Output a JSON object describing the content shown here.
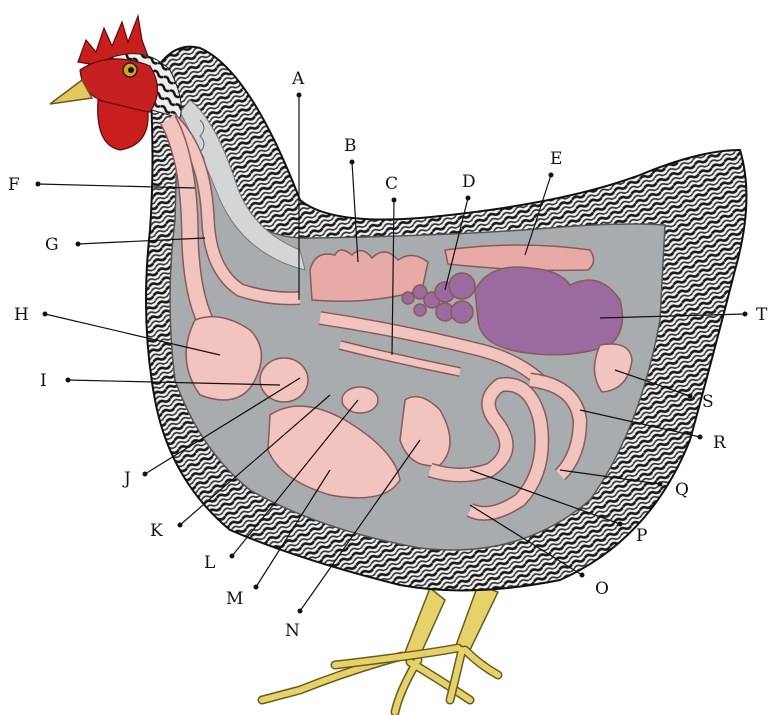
{
  "labels": {
    "A": "A",
    "B": "B",
    "C": "C",
    "D": "D",
    "E": "E",
    "F": "F",
    "G": "G",
    "H": "H",
    "I": "I",
    "J": "J",
    "K": "K",
    "L": "L",
    "M": "M",
    "N": "N",
    "O": "O",
    "P": "P",
    "Q": "Q",
    "R": "R",
    "S": "S",
    "T": "T"
  },
  "colors": {
    "cavity": "#a9acaf",
    "organ_pink": "#f2c4c0",
    "organ_outline": "#8a5a58",
    "purple": "#9a6aa0",
    "comb": "#c81e1e",
    "feet": "#e8d36a",
    "feather_dark": "#1a1a1a"
  }
}
